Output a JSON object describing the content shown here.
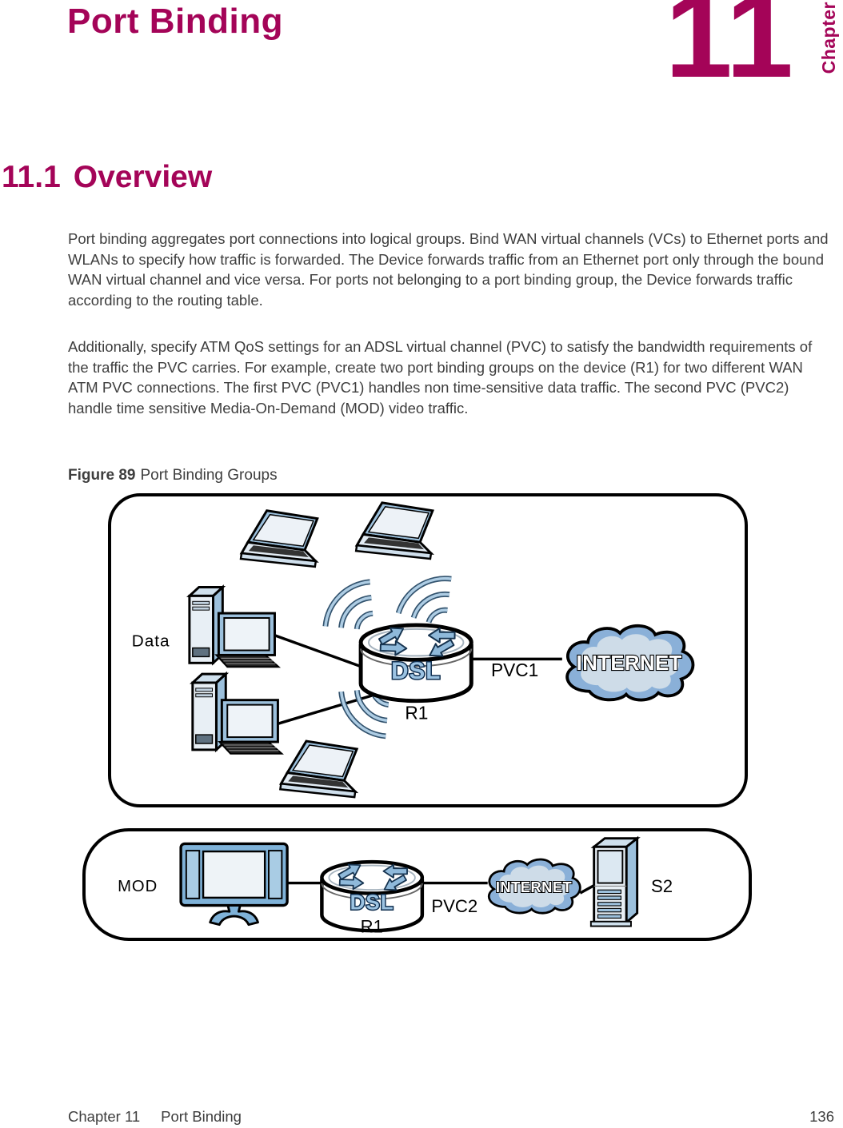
{
  "page": {
    "header": {
      "title": "Port Binding",
      "chapter_number": "11",
      "chapter_word": "Chapter"
    },
    "section": {
      "number": "11.1",
      "title": "Overview"
    },
    "paragraphs": {
      "p1": "Port binding aggregates port connections into logical groups. Bind WAN virtual channels (VCs) to Ethernet ports and WLANs to specify how traffic is forwarded. The Device forwards traffic from an Ethernet port only through the bound WAN virtual channel and vice versa. For ports not belonging to a port binding group, the Device forwards traffic according to the routing table.",
      "p2": "Additionally, specify ATM QoS settings for an ADSL virtual channel (PVC) to satisfy the bandwidth requirements of the traffic the PVC carries. For example, create two port binding groups on the device (R1) for two different WAN ATM PVC connections. The first PVC (PVC1) handles non time-sensitive data traffic. The second PVC (PVC2) handle time sensitive Media-On-Demand (MOD) video traffic."
    },
    "figure": {
      "label": "Figure 89",
      "caption": "Port Binding Groups"
    },
    "footer": {
      "chapter": "Chapter 11",
      "title": "Port Binding",
      "page_number": "136"
    }
  },
  "diagram1": {
    "labels": {
      "group": "Data",
      "router_name": "R1",
      "router_type": "DSL",
      "link": "PVC1",
      "cloud": "INTERNET"
    }
  },
  "diagram2": {
    "labels": {
      "group": "MOD",
      "router_name": "R1",
      "router_type": "DSL",
      "link": "PVC2",
      "cloud": "INTERNET",
      "server": "S2"
    }
  },
  "colors": {
    "accent": "#a40458",
    "body_text": "#3e3e3e",
    "icon_blue": "#8fb9da",
    "icon_blue_light": "#cfe0ed",
    "cloud_ring": "#8ab0d8",
    "cloud_fill": "#cedce8"
  }
}
